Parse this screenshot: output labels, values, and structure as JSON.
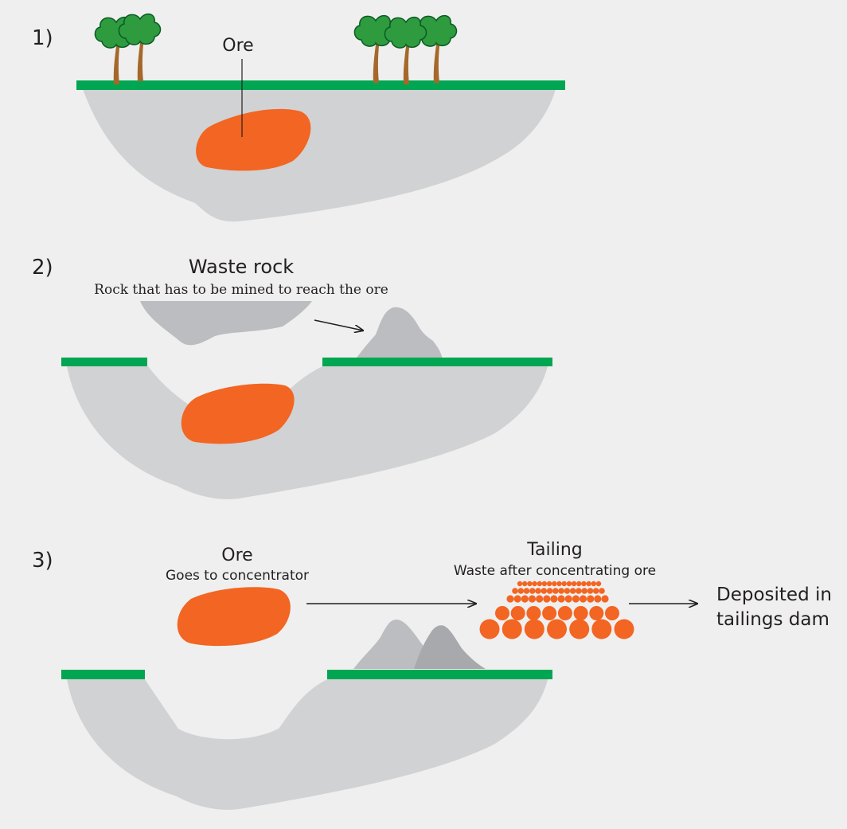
{
  "colors": {
    "background": "#efefef",
    "ground": "#00a651",
    "rock": "#d1d2d4",
    "rock_dark": "#bcbdc0",
    "rock_darker": "#a7a9ac",
    "ore": "#f26522",
    "tree_leaf": "#2e9b3f",
    "tree_leaf_outline": "#0b5a25",
    "tree_trunk": "#a5682a",
    "text": "#231f20"
  },
  "steps": [
    {
      "number": "1)",
      "ore_label": "Ore"
    },
    {
      "number": "2)",
      "waste_title": "Waste rock",
      "waste_desc": "Rock that has to be mined to reach the ore"
    },
    {
      "number": "3)",
      "ore_title": "Ore",
      "ore_desc": "Goes to concentrator",
      "tailing_title": "Tailing",
      "tailing_desc": "Waste after concentrating ore",
      "deposit_lines": [
        "Deposited in",
        "tailings dam"
      ]
    }
  ]
}
